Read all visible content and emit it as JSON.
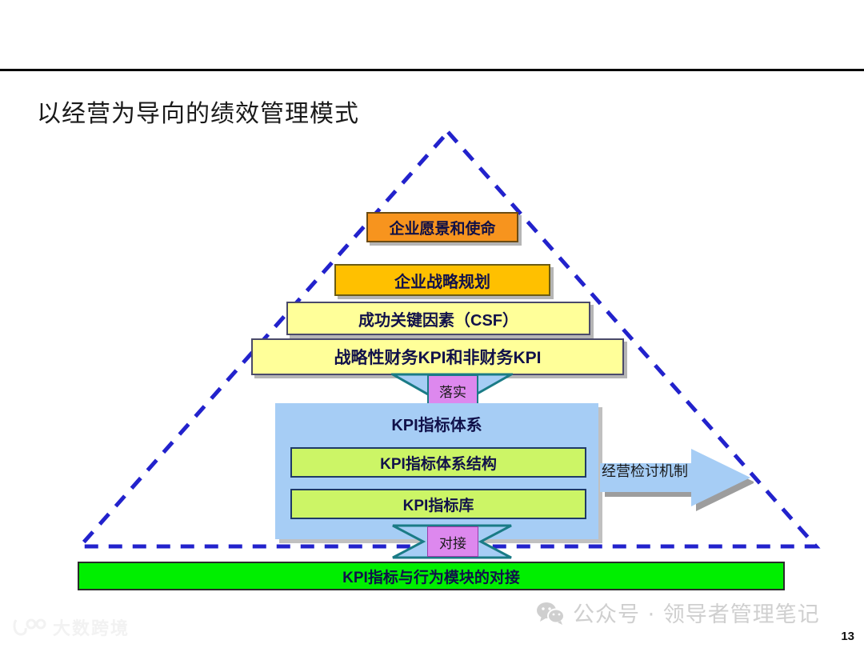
{
  "slide": {
    "title": "以经营为导向的绩效管理模式",
    "page_number": "13"
  },
  "pyramid": {
    "outline_color": "#2222cc",
    "layers": [
      {
        "label": "企业愿景和使命",
        "color": "#f7941e"
      },
      {
        "label": "企业战略规划",
        "color": "#ffc000"
      },
      {
        "label": "成功关键因素（CSF）",
        "color": "#ffff99"
      },
      {
        "label": "战略性财务KPI和非财务KPI",
        "color": "#ffff99"
      }
    ]
  },
  "connectors": {
    "down_label": "落实",
    "down_color": "#dd88ee",
    "bowtie_label": "对接",
    "bowtie_color": "#dd88ee",
    "right_arrow_label": "经营检讨机制",
    "right_arrow_color": "#a6cdf5"
  },
  "kpi_panel": {
    "title": "KPI指标体系",
    "panel_color": "#a6cdf5",
    "items": [
      {
        "label": "KPI指标体系结构",
        "color": "#ccf566"
      },
      {
        "label": "KPI指标库",
        "color": "#ccf566"
      }
    ]
  },
  "bottom_bar": {
    "label": "KPI指标与行为模块的对接",
    "color": "#00ef00"
  },
  "watermarks": {
    "wechat_text": "公众号 · 领导者管理笔记",
    "brand_text": "大数跨境"
  }
}
